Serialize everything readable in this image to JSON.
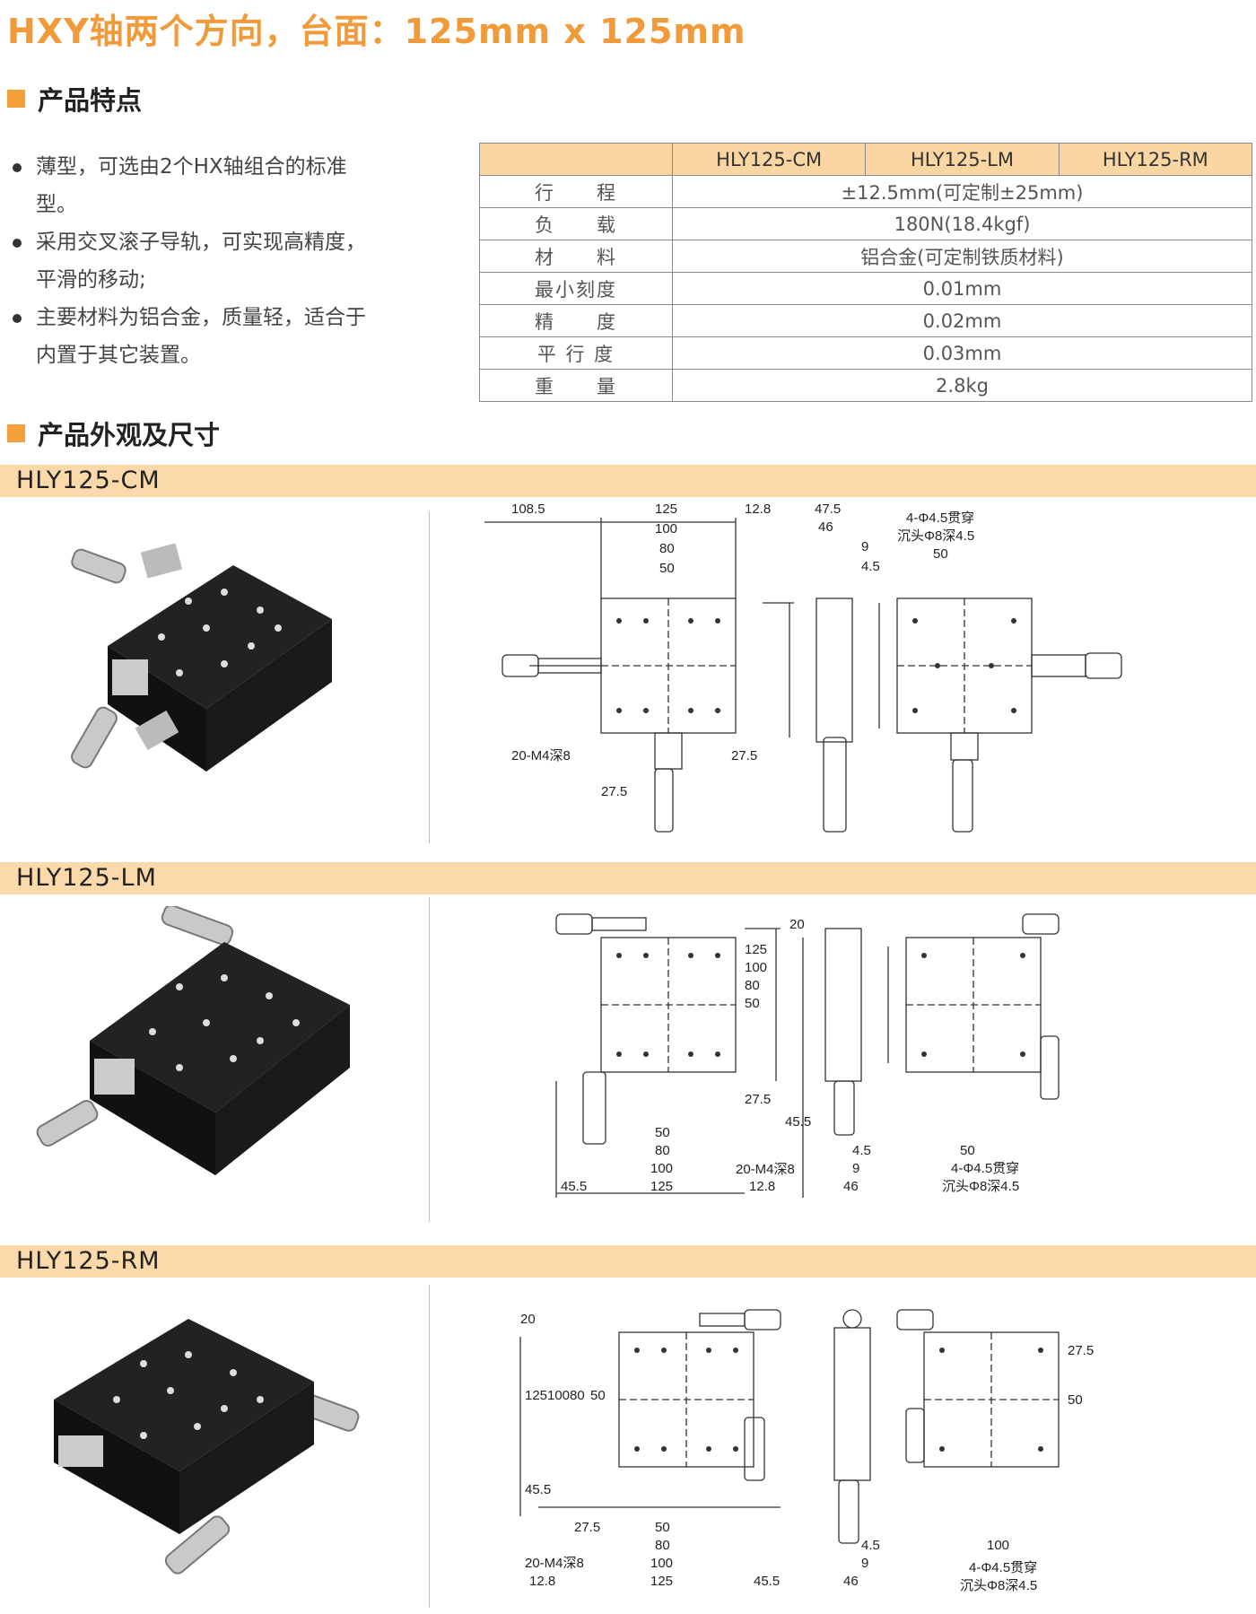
{
  "title": "HXY轴两个方向，台面：125mm x 125mm",
  "section_features": "产品特点",
  "features": [
    "薄型，可选由2个HX轴组合的标准型。",
    "采用交叉滚子导轨，可实现高精度，平滑的移动;",
    "主要材料为铝合金，质量轻，适合于内置于其它装置。"
  ],
  "spec_table": {
    "models": [
      "HLY125-CM",
      "HLY125-LM",
      "HLY125-RM"
    ],
    "rows": [
      {
        "label": "行　　程",
        "value": "±12.5mm(可定制±25mm)"
      },
      {
        "label": "负　　载",
        "value": "180N(18.4kgf)"
      },
      {
        "label": "材　　料",
        "value": "铝合金(可定制铁质材料)"
      },
      {
        "label": "最小刻度",
        "value": "0.01mm"
      },
      {
        "label": "精　　度",
        "value": "0.02mm"
      },
      {
        "label": "平 行 度",
        "value": "0.03mm"
      },
      {
        "label": "重　　量",
        "value": "2.8kg"
      }
    ]
  },
  "section_dimensions": "产品外观及尺寸",
  "products": [
    {
      "name": "HLY125-CM",
      "dims": {
        "d108_5": "108.5",
        "d125": "125",
        "d12_8": "12.8",
        "d100": "100",
        "d80": "80",
        "d50": "50",
        "d47_5": "47.5",
        "d46": "46",
        "d9": "9",
        "d4_5": "4.5",
        "d27_5": "27.5",
        "holes": "20-M4深8",
        "through": "4-Φ4.5贯穿",
        "counter": "沉头Φ8深4.5"
      }
    },
    {
      "name": "HLY125-LM",
      "dims": {
        "d20": "20",
        "d50": "50",
        "d80": "80",
        "d100": "100",
        "d125": "125",
        "d27_5": "27.5",
        "d45_5": "45.5",
        "d12_8": "12.8",
        "d4_5": "4.5",
        "d9": "9",
        "d46": "46",
        "holes": "20-M4深8",
        "through": "4-Φ4.5贯穿",
        "counter": "沉头Φ8深4.5"
      }
    },
    {
      "name": "HLY125-RM",
      "dims": {
        "d20": "20",
        "d125": "125",
        "d100": "100",
        "d80": "80",
        "d50": "50",
        "d45_5": "45.5",
        "d27_5": "27.5",
        "d12_8": "12.8",
        "d4_5": "4.5",
        "d9": "9",
        "d46": "46",
        "holes": "20-M4深8",
        "through": "4-Φ4.5贯穿",
        "counter": "沉头Φ8深4.5"
      }
    }
  ],
  "colors": {
    "accent": "#f5a13b",
    "title": "#f09a3a",
    "band": "#fbd9ab",
    "table_head": "#fad6a3"
  }
}
